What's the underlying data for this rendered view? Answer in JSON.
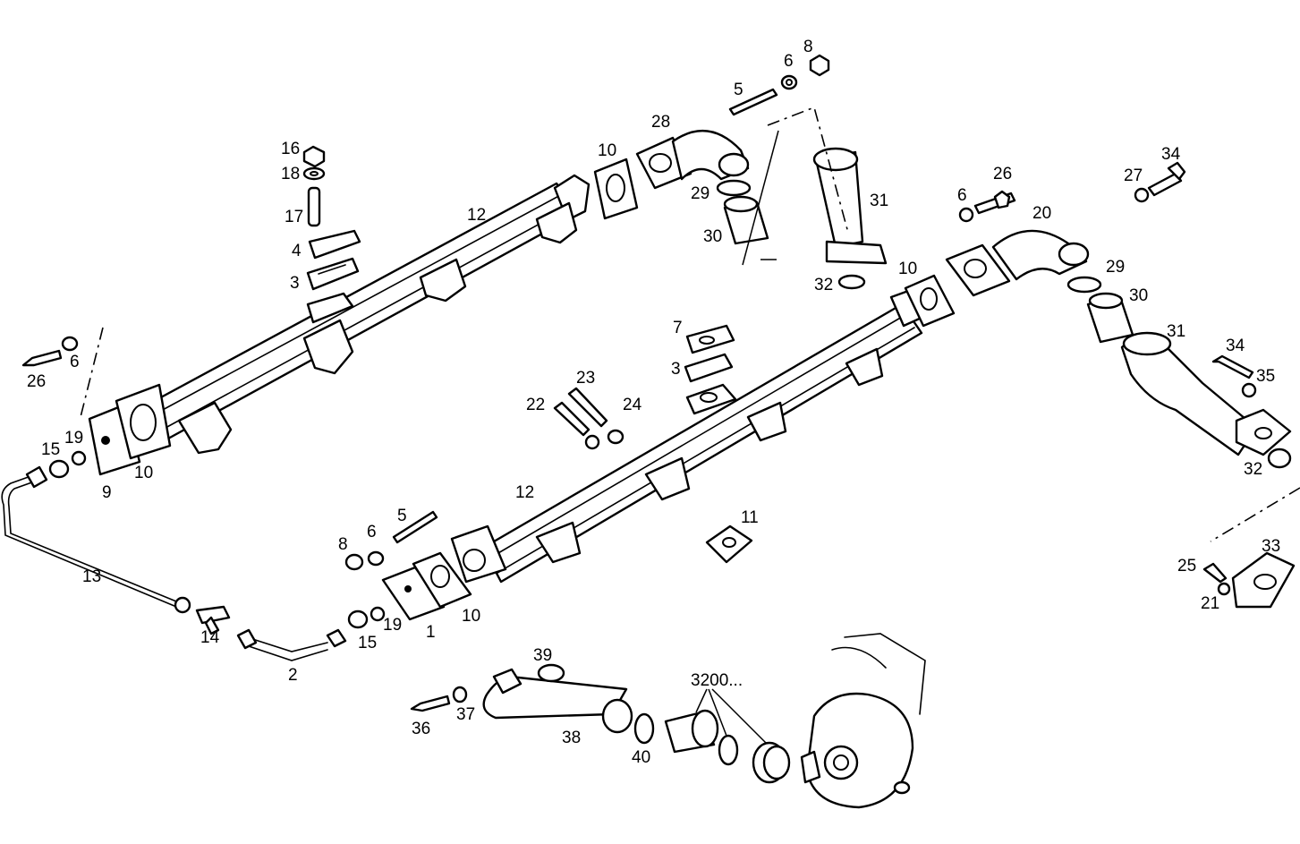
{
  "diagram": {
    "labels": [
      "26",
      "6",
      "15",
      "19",
      "9",
      "10",
      "16",
      "18",
      "17",
      "4",
      "3",
      "12",
      "10",
      "28",
      "5",
      "6",
      "8",
      "29",
      "30",
      "31",
      "32",
      "6",
      "26",
      "10",
      "20",
      "29",
      "30",
      "31",
      "34",
      "35",
      "32",
      "27",
      "34",
      "7",
      "3",
      "23",
      "22",
      "24",
      "12",
      "11",
      "5",
      "6",
      "8",
      "10",
      "1",
      "19",
      "15",
      "13",
      "14",
      "2",
      "33",
      "25",
      "21",
      "39",
      "3200...",
      "36",
      "37",
      "38",
      "40"
    ]
  }
}
